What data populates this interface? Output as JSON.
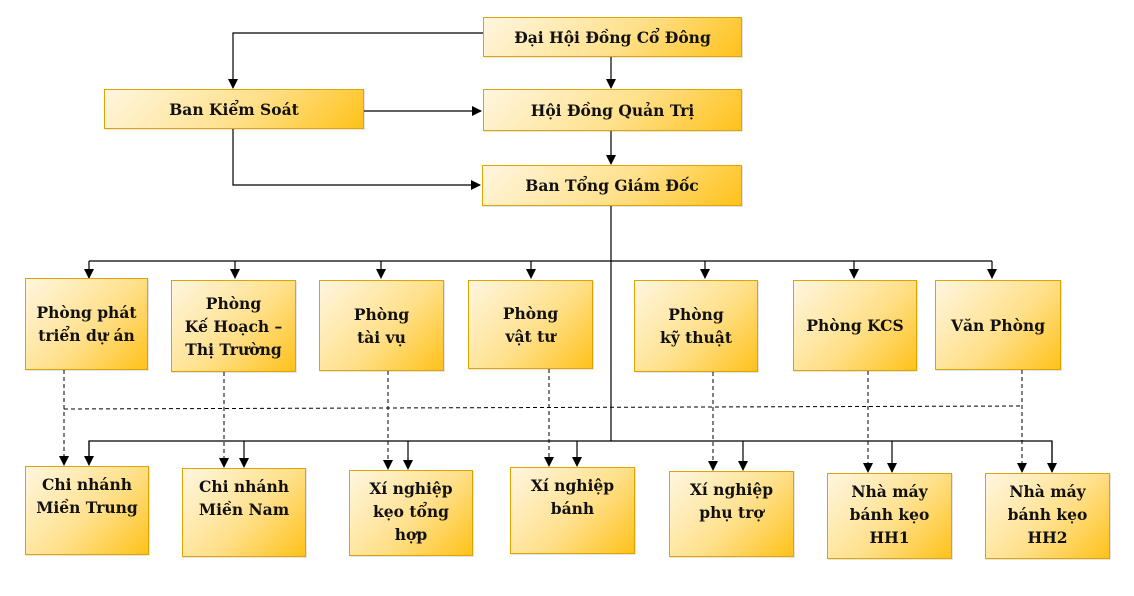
{
  "nodes": {
    "dhdcd": "Đại Hội Đồng Cổ Đông",
    "bks": "Ban Kiểm Soát",
    "hdqt": "Hội Đồng Quản Trị",
    "btgd": "Ban Tổng Giám Đốc",
    "dept1": "Phòng phát\ntriển dự án",
    "dept2": "Phòng\nKế Hoạch –\nThị Trường",
    "dept3": "Phòng\ntài vụ",
    "dept4": "Phòng\nvật tư",
    "dept5": "Phòng\nkỹ thuật",
    "dept6": "Phòng KCS",
    "dept7": "Văn Phòng",
    "unit1": "Chi nhánh\nMiền Trung",
    "unit2": "Chi nhánh\nMiền Nam",
    "unit3": "Xí nghiệp\nkẹo tổng\nhợp",
    "unit4": "Xí nghiệp\nbánh",
    "unit5": "Xí nghiệp\nphụ trợ",
    "unit6": "Nhà máy\nbánh kẹo\nHH1",
    "unit7": "Nhà máy\nbánh kẹo\nHH2"
  }
}
